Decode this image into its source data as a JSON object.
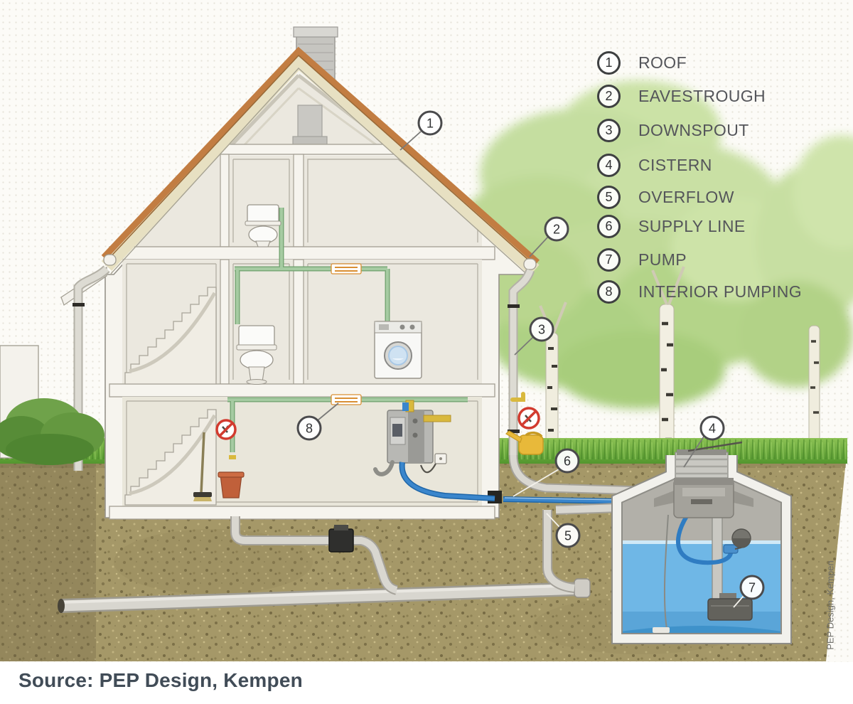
{
  "legend": {
    "items": [
      {
        "number": "1",
        "label": "ROOF"
      },
      {
        "number": "2",
        "label": "EAVESTROUGH"
      },
      {
        "number": "3",
        "label": "DOWNSPOUT"
      },
      {
        "number": "4",
        "label": "CISTERN"
      },
      {
        "number": "5",
        "label": "OVERFLOW"
      },
      {
        "number": "6",
        "label": "SUPPLY LINE"
      },
      {
        "number": "7",
        "label": "PUMP"
      },
      {
        "number": "8",
        "label": "INTERIOR PUMPING"
      }
    ]
  },
  "callouts": [
    {
      "number": "1",
      "points_to": "roof"
    },
    {
      "number": "2",
      "points_to": "eavestrough"
    },
    {
      "number": "3",
      "points_to": "downspout"
    },
    {
      "number": "4",
      "points_to": "cistern"
    },
    {
      "number": "5",
      "points_to": "overflow"
    },
    {
      "number": "6",
      "points_to": "supply-line"
    },
    {
      "number": "7",
      "points_to": "pump"
    },
    {
      "number": "8",
      "points_to": "interior-pumping"
    }
  ],
  "credits": {
    "source": "Source: PEP Design, Kempen",
    "vertical": "PEP Design, Kempen"
  },
  "colors": {
    "roof_orange": "#c27d42",
    "roof_inner": "#e7e0c2",
    "wall_white": "#f6f4ee",
    "soil": "#a59868",
    "grass": "#6cb13e",
    "water": "#6fb7e6",
    "supply_blue": "#3a86cc",
    "pipe_green": "#8fbd8d",
    "legend_circle": "#3e4041",
    "legend_text": "#54555a"
  }
}
